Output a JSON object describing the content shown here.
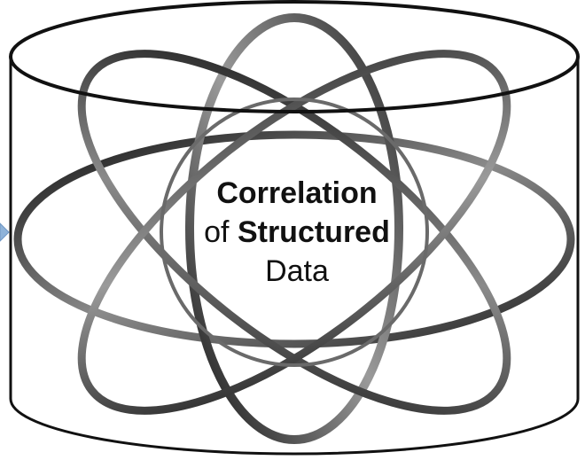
{
  "diagram": {
    "caption": {
      "line1_bold": "Correlation",
      "line2_prefix": "of",
      "line2_bold": "Structured",
      "line3": "Data"
    },
    "colors": {
      "outline": "#111111",
      "orbit_dark": "#1e1e1e",
      "orbit_mid": "#6a6a6a",
      "orbit_light": "#8a8a8a",
      "side_arrow": "#8fb3d9",
      "background": "#ffffff"
    }
  }
}
